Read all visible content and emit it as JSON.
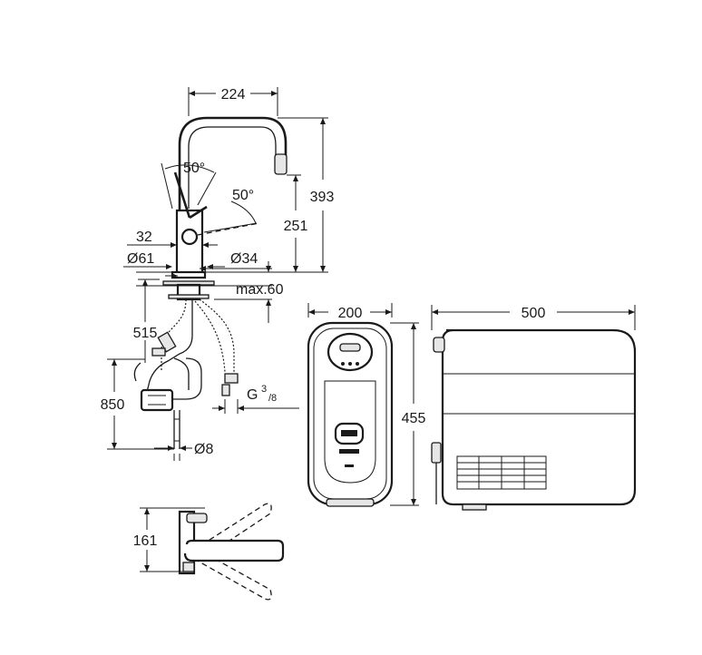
{
  "dimensions": {
    "spout_reach": "224",
    "total_height": "393",
    "spout_height": "251",
    "lever_angle_front": "50°",
    "lever_angle_side": "50°",
    "lever_width": "32",
    "base_diameter": "Ø61",
    "hole_diameter": "Ø34",
    "max_thickness": "max.60",
    "shank_length": "515",
    "install_height": "850",
    "connection_thread_main": "G",
    "connection_thread_sup": "3",
    "connection_thread_sub": "/8",
    "pipe_diameter": "Ø8",
    "chiller_width": "200",
    "chiller_height": "455",
    "chiller_depth": "500",
    "plan_depth": "161"
  },
  "colors": {
    "line": "#1a1a1a",
    "background": "#ffffff"
  }
}
